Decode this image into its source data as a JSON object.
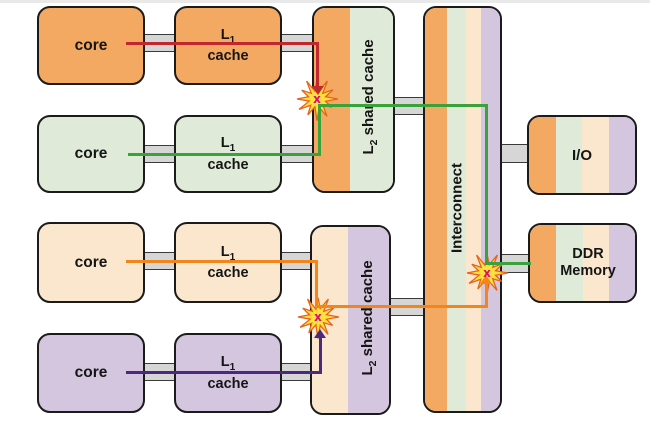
{
  "palette": {
    "topbar": "#e9e9e9",
    "orange": "#f4a963",
    "green": "#e0ead8",
    "cream": "#fbe7cd",
    "purple": "#d3c6de",
    "bus_fill": "#d6d6d6",
    "path_red": "#c1272d",
    "path_green": "#3aa23a",
    "path_orange": "#f0861c",
    "path_purple": "#4b2a7e",
    "burst_yellow": "#ffe13e",
    "burst_outline": "#e8611c",
    "x_mark": "#d60f6f"
  },
  "rows": [
    {
      "color": "#f4a963",
      "core_label": "core",
      "l1_prefix": "L",
      "l1_sub": "1",
      "l1_line2": "cache",
      "path_color": "#c1272d"
    },
    {
      "color": "#e0ead8",
      "core_label": "core",
      "l1_prefix": "L",
      "l1_sub": "1",
      "l1_line2": "cache",
      "path_color": "#3aa23a"
    },
    {
      "color": "#fbe7cd",
      "core_label": "core",
      "l1_prefix": "L",
      "l1_sub": "1",
      "l1_line2": "cache",
      "path_color": "#f0861c"
    },
    {
      "color": "#d3c6de",
      "core_label": "core",
      "l1_prefix": "L",
      "l1_sub": "1",
      "l1_line2": "cache",
      "path_color": "#4b2a7e"
    }
  ],
  "l2_caches": [
    {
      "prefix": "L",
      "sub": "2",
      "rest": "shared cache",
      "stripe_colors": [
        "#f4a963",
        "#e0ead8"
      ]
    },
    {
      "prefix": "L",
      "sub": "2",
      "rest": "shared cache",
      "stripe_colors": [
        "#fbe7cd",
        "#d3c6de"
      ]
    }
  ],
  "interconnect": {
    "label": "Interconnect",
    "stripe_colors": [
      "#f4a963",
      "#e0ead8",
      "#fbe7cd",
      "#d3c6de"
    ]
  },
  "io": {
    "label": "I/O",
    "stripe_colors": [
      "#f4a963",
      "#e0ead8",
      "#fbe7cd",
      "#d3c6de"
    ]
  },
  "ddr": {
    "line1": "DDR",
    "line2": "Memory",
    "stripe_colors": [
      "#f4a963",
      "#e0ead8",
      "#fbe7cd",
      "#d3c6de"
    ]
  },
  "collision_mark": "x"
}
